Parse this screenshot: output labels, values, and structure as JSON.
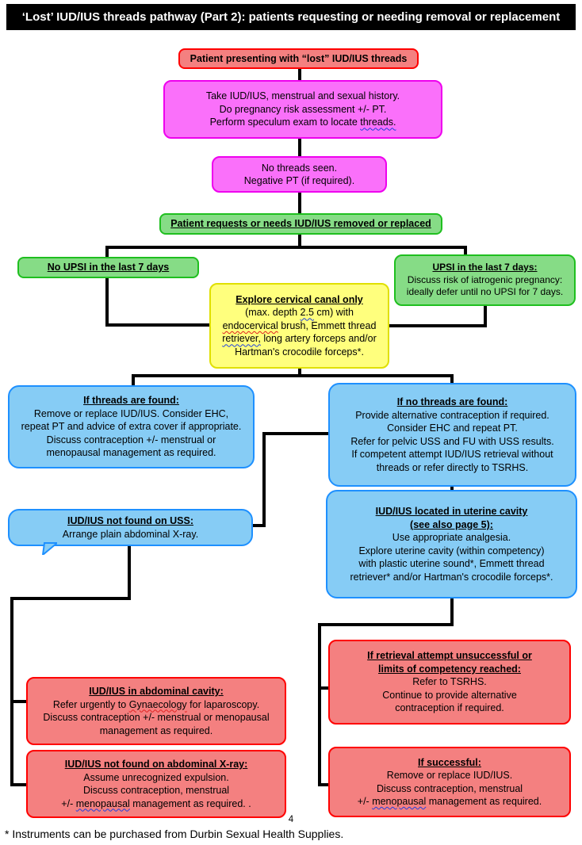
{
  "header": {
    "title": "‘Lost’ IUD/IUS threads pathway (Part 2): patients requesting or needing removal or replacement"
  },
  "colors": {
    "title_bg": "#000000",
    "title_text": "#FFFFFF",
    "red_fill": "#F48080",
    "red_border": "#FF0000",
    "magenta_fill": "#FA70FA",
    "magenta_border": "#EE00EE",
    "green_fill": "#86DC86",
    "green_border": "#1FBF1F",
    "yellow_fill": "#FFFF7D",
    "yellow_border": "#E0E000",
    "blue_fill": "#86CCF5",
    "blue_border": "#1E90FF",
    "connector": "#000000",
    "spellcheck_red": "#E02020",
    "spellcheck_blue": "#2040E0"
  },
  "boxes": {
    "presenting": {
      "title": "Patient presenting with “lost” IUD/IUS threads"
    },
    "history": {
      "lines": [
        [
          {
            "t": "Take IUD/IUS, menstrual and sexual history."
          }
        ],
        [
          {
            "t": "Do pregnancy risk assessment +/- PT."
          }
        ],
        [
          {
            "t": "Perform speculum exam to locate "
          },
          {
            "t": "threads.",
            "sq": "blue"
          }
        ]
      ]
    },
    "no_threads_seen": {
      "lines": [
        [
          {
            "t": "No threads seen."
          }
        ],
        [
          {
            "t": "Negative PT (if required)."
          }
        ]
      ]
    },
    "requests": {
      "title": "Patient requests or needs IUD/IUS removed or replaced"
    },
    "no_upsi": {
      "title": "No UPSI in the last 7 days"
    },
    "upsi": {
      "title": "UPSI in the last 7 days:",
      "lines": [
        [
          {
            "t": "Discuss risk of iatrogenic pregnancy:"
          }
        ],
        [
          {
            "t": "ideally defer until no UPSI for 7 days."
          }
        ]
      ]
    },
    "explore": {
      "title": "Explore cervical canal only",
      "lines": [
        [
          {
            "t": "(max. depth "
          },
          {
            "t": "2.5",
            "sq": "blue"
          },
          {
            "t": " cm) with"
          }
        ],
        [
          {
            "t": "endocervical",
            "sq": "red"
          },
          {
            "t": " brush, Emmett thread"
          }
        ],
        [
          {
            "t": "retriever,",
            "sq": "blue"
          },
          {
            "t": " long artery forceps and/or"
          }
        ],
        [
          {
            "t": "Hartman's crocodile forceps*."
          }
        ]
      ]
    },
    "threads_found": {
      "title": "If threads are found:",
      "lines": [
        [
          {
            "t": "Remove or replace IUD/IUS. Consider EHC,"
          }
        ],
        [
          {
            "t": "repeat PT and advice of extra cover if appropriate."
          }
        ],
        [
          {
            "t": "Discuss contraception +/- menstrual or"
          }
        ],
        [
          {
            "t": "menopausal management as required."
          }
        ]
      ]
    },
    "no_threads_found": {
      "title": "If no threads are found:",
      "lines": [
        [
          {
            "t": "Provide alternative contraception if required."
          }
        ],
        [
          {
            "t": "Consider EHC and repeat PT."
          }
        ],
        [
          {
            "t": "Refer for pelvic USS and FU with USS results."
          }
        ],
        [
          {
            "t": "If competent attempt IUD/IUS retrieval without"
          }
        ],
        [
          {
            "t": "threads or refer directly to TSRHS."
          }
        ]
      ]
    },
    "not_on_uss": {
      "title": "IUD/IUS not found on USS:",
      "lines": [
        [
          {
            "t": "Arrange plain abdominal X-ray."
          }
        ]
      ]
    },
    "uterine_cavity": {
      "titles": [
        [
          {
            "t": "IUD/IUS located in uterine cavity"
          }
        ],
        [
          {
            "t": "(see also page 5):"
          }
        ]
      ],
      "lines": [
        [
          {
            "t": "Use appropriate analgesia."
          }
        ],
        [
          {
            "t": "Explore uterine cavity (within competency)"
          }
        ],
        [
          {
            "t": "with plastic uterine sound*, Emmett thread"
          }
        ],
        [
          {
            "t": "retriever* and/or Hartman's crocodile forceps*."
          }
        ]
      ]
    },
    "abdominal_cavity": {
      "title": "IUD/IUS in  abdominal cavity:",
      "lines": [
        [
          {
            "t": "Refer urgently to "
          },
          {
            "t": "Gynaecology",
            "sq": "red"
          },
          {
            "t": " for laparoscopy."
          }
        ],
        [
          {
            "t": "Discuss contraception +/- menstrual or menopausal"
          }
        ],
        [
          {
            "t": "management as required."
          }
        ]
      ]
    },
    "not_on_xray": {
      "title": "IUD/IUS not found on abdominal X-ray:",
      "lines": [
        [
          {
            "t": "Assume unrecognized expulsion."
          }
        ],
        [
          {
            "t": "Discuss contraception, menstrual"
          }
        ],
        [
          {
            "t": "+/- "
          },
          {
            "t": "menopausal",
            "sq": "blue"
          },
          {
            "t": " management as required. ."
          }
        ]
      ]
    },
    "retrieval_unsuccessful": {
      "titles": [
        [
          {
            "t": "If retrieval attempt unsuccessful or"
          }
        ],
        [
          {
            "t": "limits of competency reached:"
          }
        ]
      ],
      "lines": [
        [
          {
            "t": "Refer to TSRHS."
          }
        ],
        [
          {
            "t": "Continue to provide alternative"
          }
        ],
        [
          {
            "t": "contraception if required."
          }
        ]
      ]
    },
    "successful": {
      "title": "If successful:",
      "lines": [
        [
          {
            "t": "Remove or replace IUD/IUS."
          }
        ],
        [
          {
            "t": "Discuss contraception, menstrual"
          }
        ],
        [
          {
            "t": "+/- "
          },
          {
            "t": "menopausal",
            "sq": "blue"
          },
          {
            "t": " management as required."
          }
        ]
      ]
    }
  },
  "footer": {
    "page_number": "4",
    "note": "* Instruments can be purchased from Durbin Sexual Health Supplies."
  }
}
